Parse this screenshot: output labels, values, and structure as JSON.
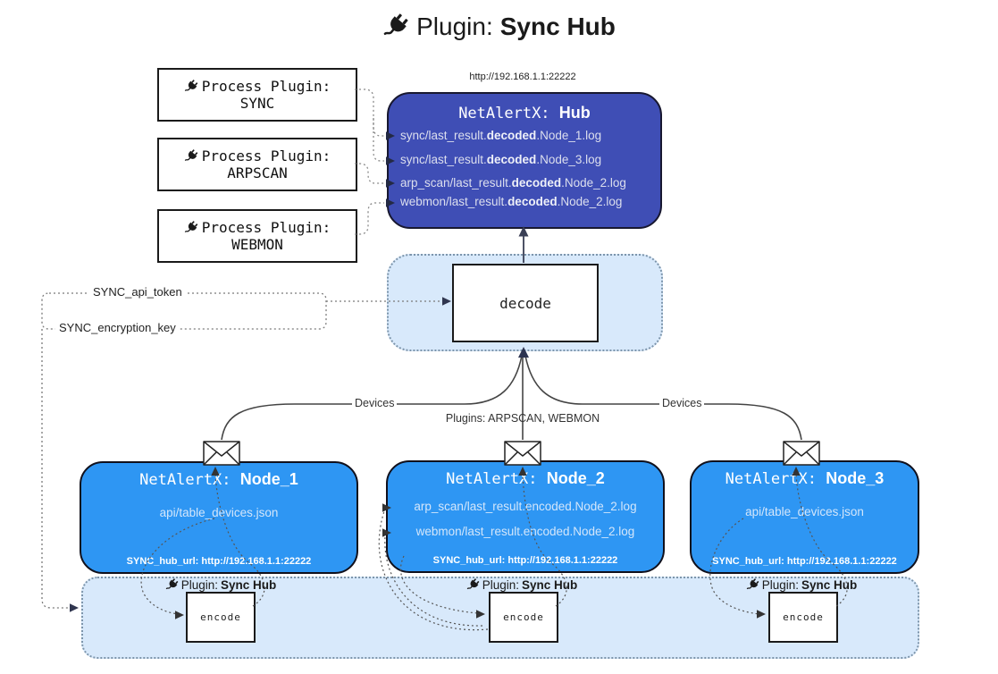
{
  "title": {
    "label": "Plugin:",
    "name": "Sync Hub"
  },
  "process_plugins": [
    {
      "label": "Process Plugin:",
      "name": "SYNC"
    },
    {
      "label": "Process Plugin:",
      "name": "ARPSCAN"
    },
    {
      "label": "Process Plugin:",
      "name": "WEBMON"
    }
  ],
  "hub": {
    "url": "http://192.168.1.1:22222",
    "title": "NetAlertX:",
    "name": "Hub",
    "logs": [
      {
        "pre": "sync/last_result.",
        "bold": "decoded",
        "post": ".Node_1.log"
      },
      {
        "pre": "sync/last_result.",
        "bold": "decoded",
        "post": ".Node_3.log"
      },
      {
        "pre": "arp_scan/last_result.",
        "bold": "decoded",
        "post": ".Node_2.log"
      },
      {
        "pre": "webmon/last_result.",
        "bold": "decoded",
        "post": ".Node_2.log"
      }
    ]
  },
  "decode": {
    "label": "decode"
  },
  "settings": {
    "api_token": "SYNC_api_token",
    "encryption_key": "SYNC_encryption_key"
  },
  "edge_labels": {
    "devices_left": "Devices",
    "devices_right": "Devices",
    "plugins": "Plugins: ARPSCAN, WEBMON"
  },
  "nodes": [
    {
      "title": "NetAlertX:",
      "name": "Node_1",
      "lines": [
        "api/table_devices.json"
      ],
      "hub_url": "SYNC_hub_url: http://192.168.1.1:22222"
    },
    {
      "title": "NetAlertX:",
      "name": "Node_2",
      "lines": [
        "arp_scan/last_result.encoded.Node_2.log",
        "webmon/last_result.encoded.Node_2.log"
      ],
      "hub_url": "SYNC_hub_url: http://192.168.1.1:22222"
    },
    {
      "title": "NetAlertX:",
      "name": "Node_3",
      "lines": [
        "api/table_devices.json"
      ],
      "hub_url": "SYNC_hub_url: http://192.168.1.1:22222"
    }
  ],
  "encode_panel": {
    "plugin_label": "Plugin:",
    "plugin_name": "Sync Hub",
    "encode_label": "encode"
  },
  "colors": {
    "hub_bg": "#3f4eb5",
    "node_bg": "#2e96f3",
    "panel_bg": "#d8e9fb",
    "panel_border": "#7d95ab",
    "line_dark": "#444444",
    "arrow_dark": "#2c3350"
  }
}
